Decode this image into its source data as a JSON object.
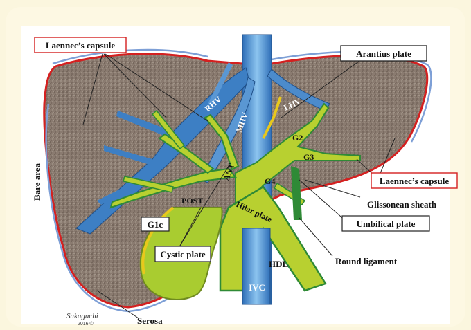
{
  "labels": {
    "laennec_left": "Laennec’s capsule",
    "arantius": "Arantius plate",
    "laennec_right": "Laennec’s capsule",
    "glissonean": "Glissonean sheath",
    "umbilical": "Umbilical plate",
    "round_ligament": "Round ligament",
    "g1c": "G1c",
    "cystic": "Cystic plate",
    "bare_area": "Bare area",
    "serosa": "Serosa",
    "rhv": "RHV",
    "mhv": "MHV",
    "lhv": "LHV",
    "g2": "G2",
    "g3": "G3",
    "g4": "G4",
    "ant": "ANT",
    "post": "POST",
    "hilar": "Hilar plate",
    "hdl": "HDL",
    "ivc": "IVC",
    "signature": "Sakaguchi",
    "signature_year": "2016 ©"
  },
  "colors": {
    "liver_fill": "#8b7a6e",
    "capsule": "#d42020",
    "serosa": "#7d9fd6",
    "vein": "#3d7fc4",
    "vein_light": "#8fc3ee",
    "glisson": "#b8d030",
    "glisson_edge": "#2f8a36",
    "gallbladder": "#a9cc30",
    "cystic_plate": "#e8c81c"
  }
}
